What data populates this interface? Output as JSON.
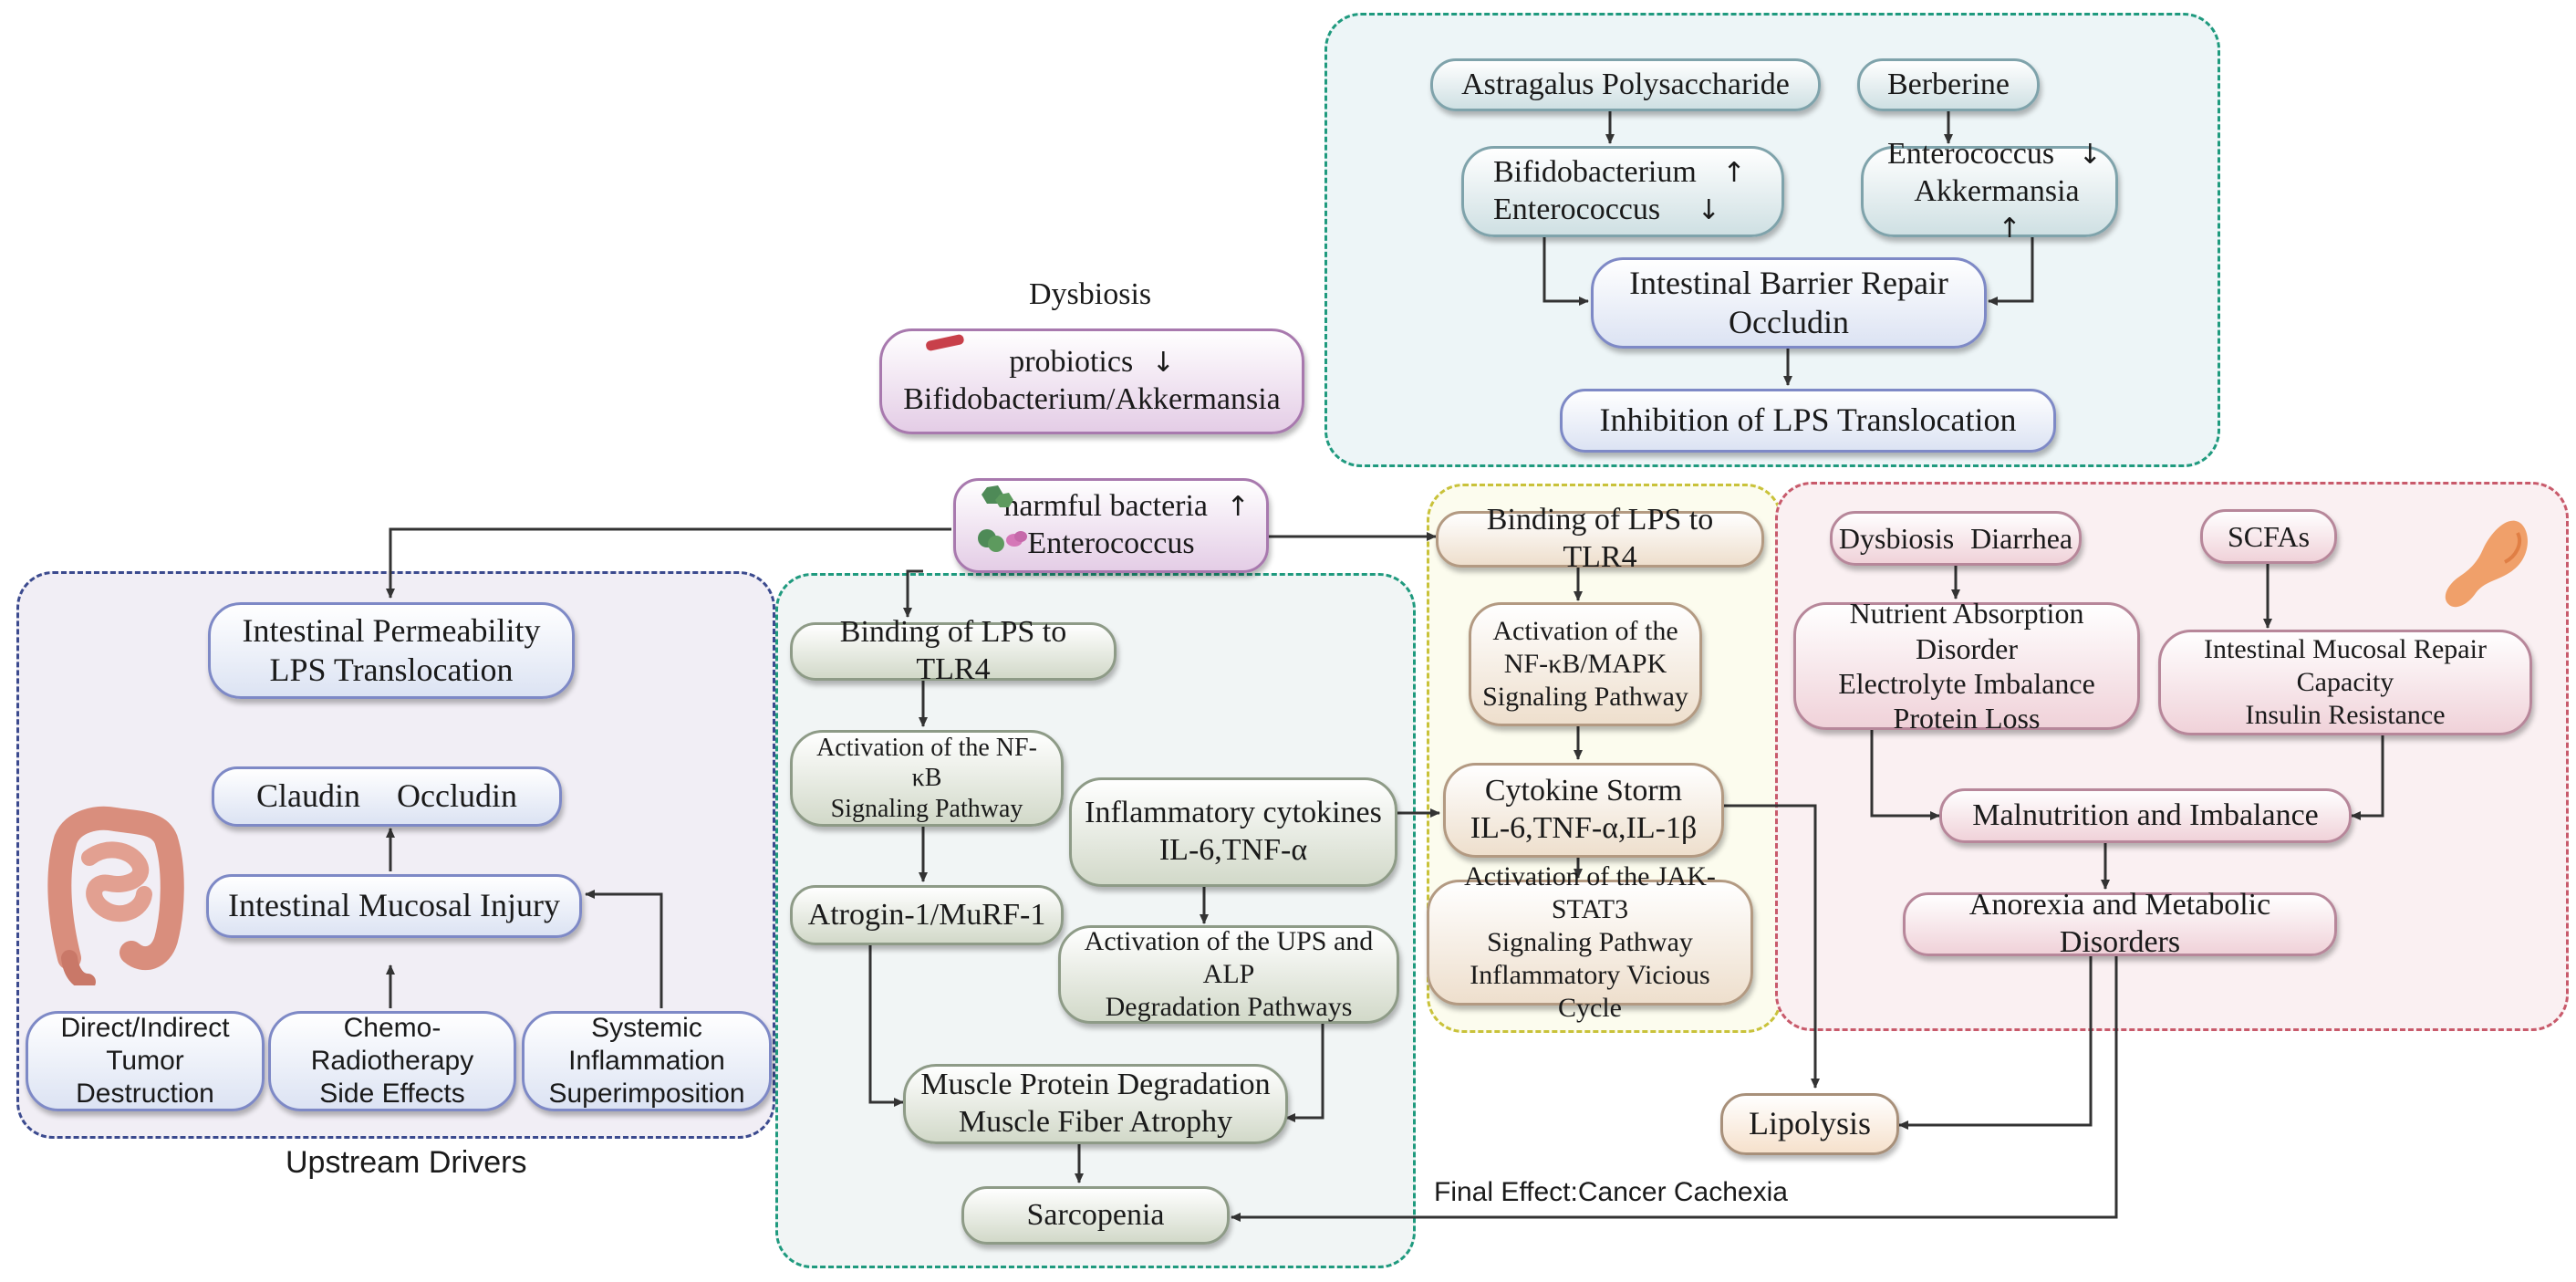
{
  "labels": {
    "dysbiosis_title": "Dysbiosis",
    "upstream": "Upstream Drivers",
    "final_effect": "Final Effect:Cancer Cachexia"
  },
  "nodes": {
    "probiotics": {
      "line1": "probiotics",
      "line2": "Bifidobacterium/Akkermansia"
    },
    "harmful": {
      "line1": "harmful bacteria",
      "line2": "Enterococcus"
    },
    "astragalus": "Astragalus Polysaccharide",
    "berberine": "Berberine",
    "bifido_entero": {
      "line1": "Bifidobacterium",
      "line2": "Enterococcus"
    },
    "entero_akker": {
      "line1": "Enterococcus",
      "line2": "Akkermansia"
    },
    "barrier_repair": {
      "line1": "Intestinal Barrier Repair",
      "line2": "Occludin"
    },
    "inhibition_lps": "Inhibition of LPS Translocation",
    "permeability": {
      "line1": "Intestinal Permeability",
      "line2": "LPS Translocation"
    },
    "claudin": {
      "a": "Claudin",
      "b": "Occludin"
    },
    "mucosal_injury": "Intestinal Mucosal Injury",
    "tumor": {
      "line1": "Direct/Indirect",
      "line2": "Tumor Destruction"
    },
    "chemo": {
      "line1": "Chemo-Radiotherapy",
      "line2": "Side Effects"
    },
    "systemic": {
      "line1": "Systemic Inflammation",
      "line2": "Superimposition"
    },
    "lps_tlr4_green": "Binding of LPS to TLR4",
    "nfkb_green": {
      "line1": "Activation of the NF-κB",
      "line2": "Signaling Pathway"
    },
    "cytokines_green": {
      "line1": "Inflammatory cytokines",
      "line2": "IL-6,TNF-α"
    },
    "atrogin": "Atrogin-1/MuRF-1",
    "ups_alp": {
      "line1": "Activation of the UPS and ALP",
      "line2": "Degradation Pathways"
    },
    "muscle_deg": {
      "line1": "Muscle Protein Degradation",
      "line2": "Muscle Fiber Atrophy"
    },
    "sarcopenia": "Sarcopenia",
    "lps_tlr4_yellow": "Binding of LPS to TLR4",
    "nfkb_mapk": {
      "line1": "Activation of the",
      "line2": "NF-κB/MAPK",
      "line3": "Signaling Pathway"
    },
    "cytokine_storm": {
      "line1": "Cytokine Storm",
      "line2": "IL-6,TNF-α,IL-1β"
    },
    "jak_stat3": {
      "line1": "Activation of the JAK-STAT3",
      "line2": "Signaling Pathway",
      "line3": "Inflammatory Vicious Cycle"
    },
    "dysbiosis_diarrhea": {
      "a": "Dysbiosis",
      "b": "Diarrhea"
    },
    "scfas": "SCFAs",
    "nutrient": {
      "line1": "Nutrient Absorption Disorder",
      "line2": "Electrolyte Imbalance",
      "line3": "Protein Loss"
    },
    "mucosal_repair": {
      "line1": "Intestinal Mucosal Repair Capacity",
      "line2": "Insulin Resistance"
    },
    "malnutrition": "Malnutrition and  Imbalance",
    "anorexia": "Anorexia and Metabolic Disorders",
    "lipolysis": "Lipolysis"
  },
  "indicators": {
    "up": "↑",
    "down": "↓"
  },
  "colors": {
    "blue_border": "#7e89c6",
    "teal_border": "#7fa3ab",
    "green_border": "#8e9b87",
    "purple_border": "#a879ae",
    "tan_border": "#b39a82",
    "pink_border": "#b7879a",
    "blue_region": "#3b4a8e",
    "teal_region": "#1f9a7e",
    "yellow_region": "#c9c23a",
    "pink_region": "#c85a6b"
  },
  "icons": [
    "intestine-icon",
    "pancreas-icon",
    "rod-bacterium-icon",
    "cocci-bacteria-icon"
  ]
}
